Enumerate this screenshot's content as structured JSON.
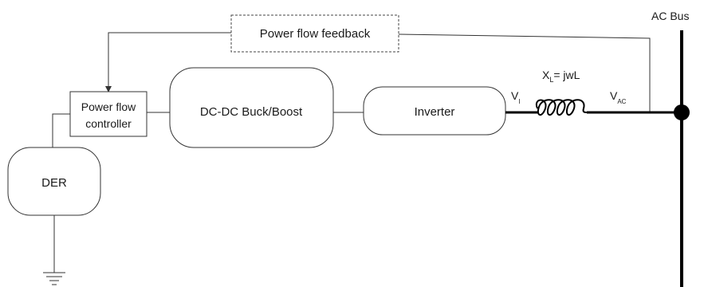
{
  "diagram": {
    "ac_bus_label": "AC Bus",
    "feedback_label": "Power flow feedback",
    "controller_label_line1": "Power flow",
    "controller_label_line2": "controller",
    "dcdc_label": "DC-DC Buck/Boost",
    "inverter_label": "Inverter",
    "der_label": "DER",
    "reactance": {
      "symbol": "X",
      "subscript": "L",
      "expression": "= jwL"
    },
    "inverter_voltage": {
      "symbol": "V",
      "subscript": "I"
    },
    "ac_voltage": {
      "symbol": "V",
      "subscript": "AC"
    }
  }
}
